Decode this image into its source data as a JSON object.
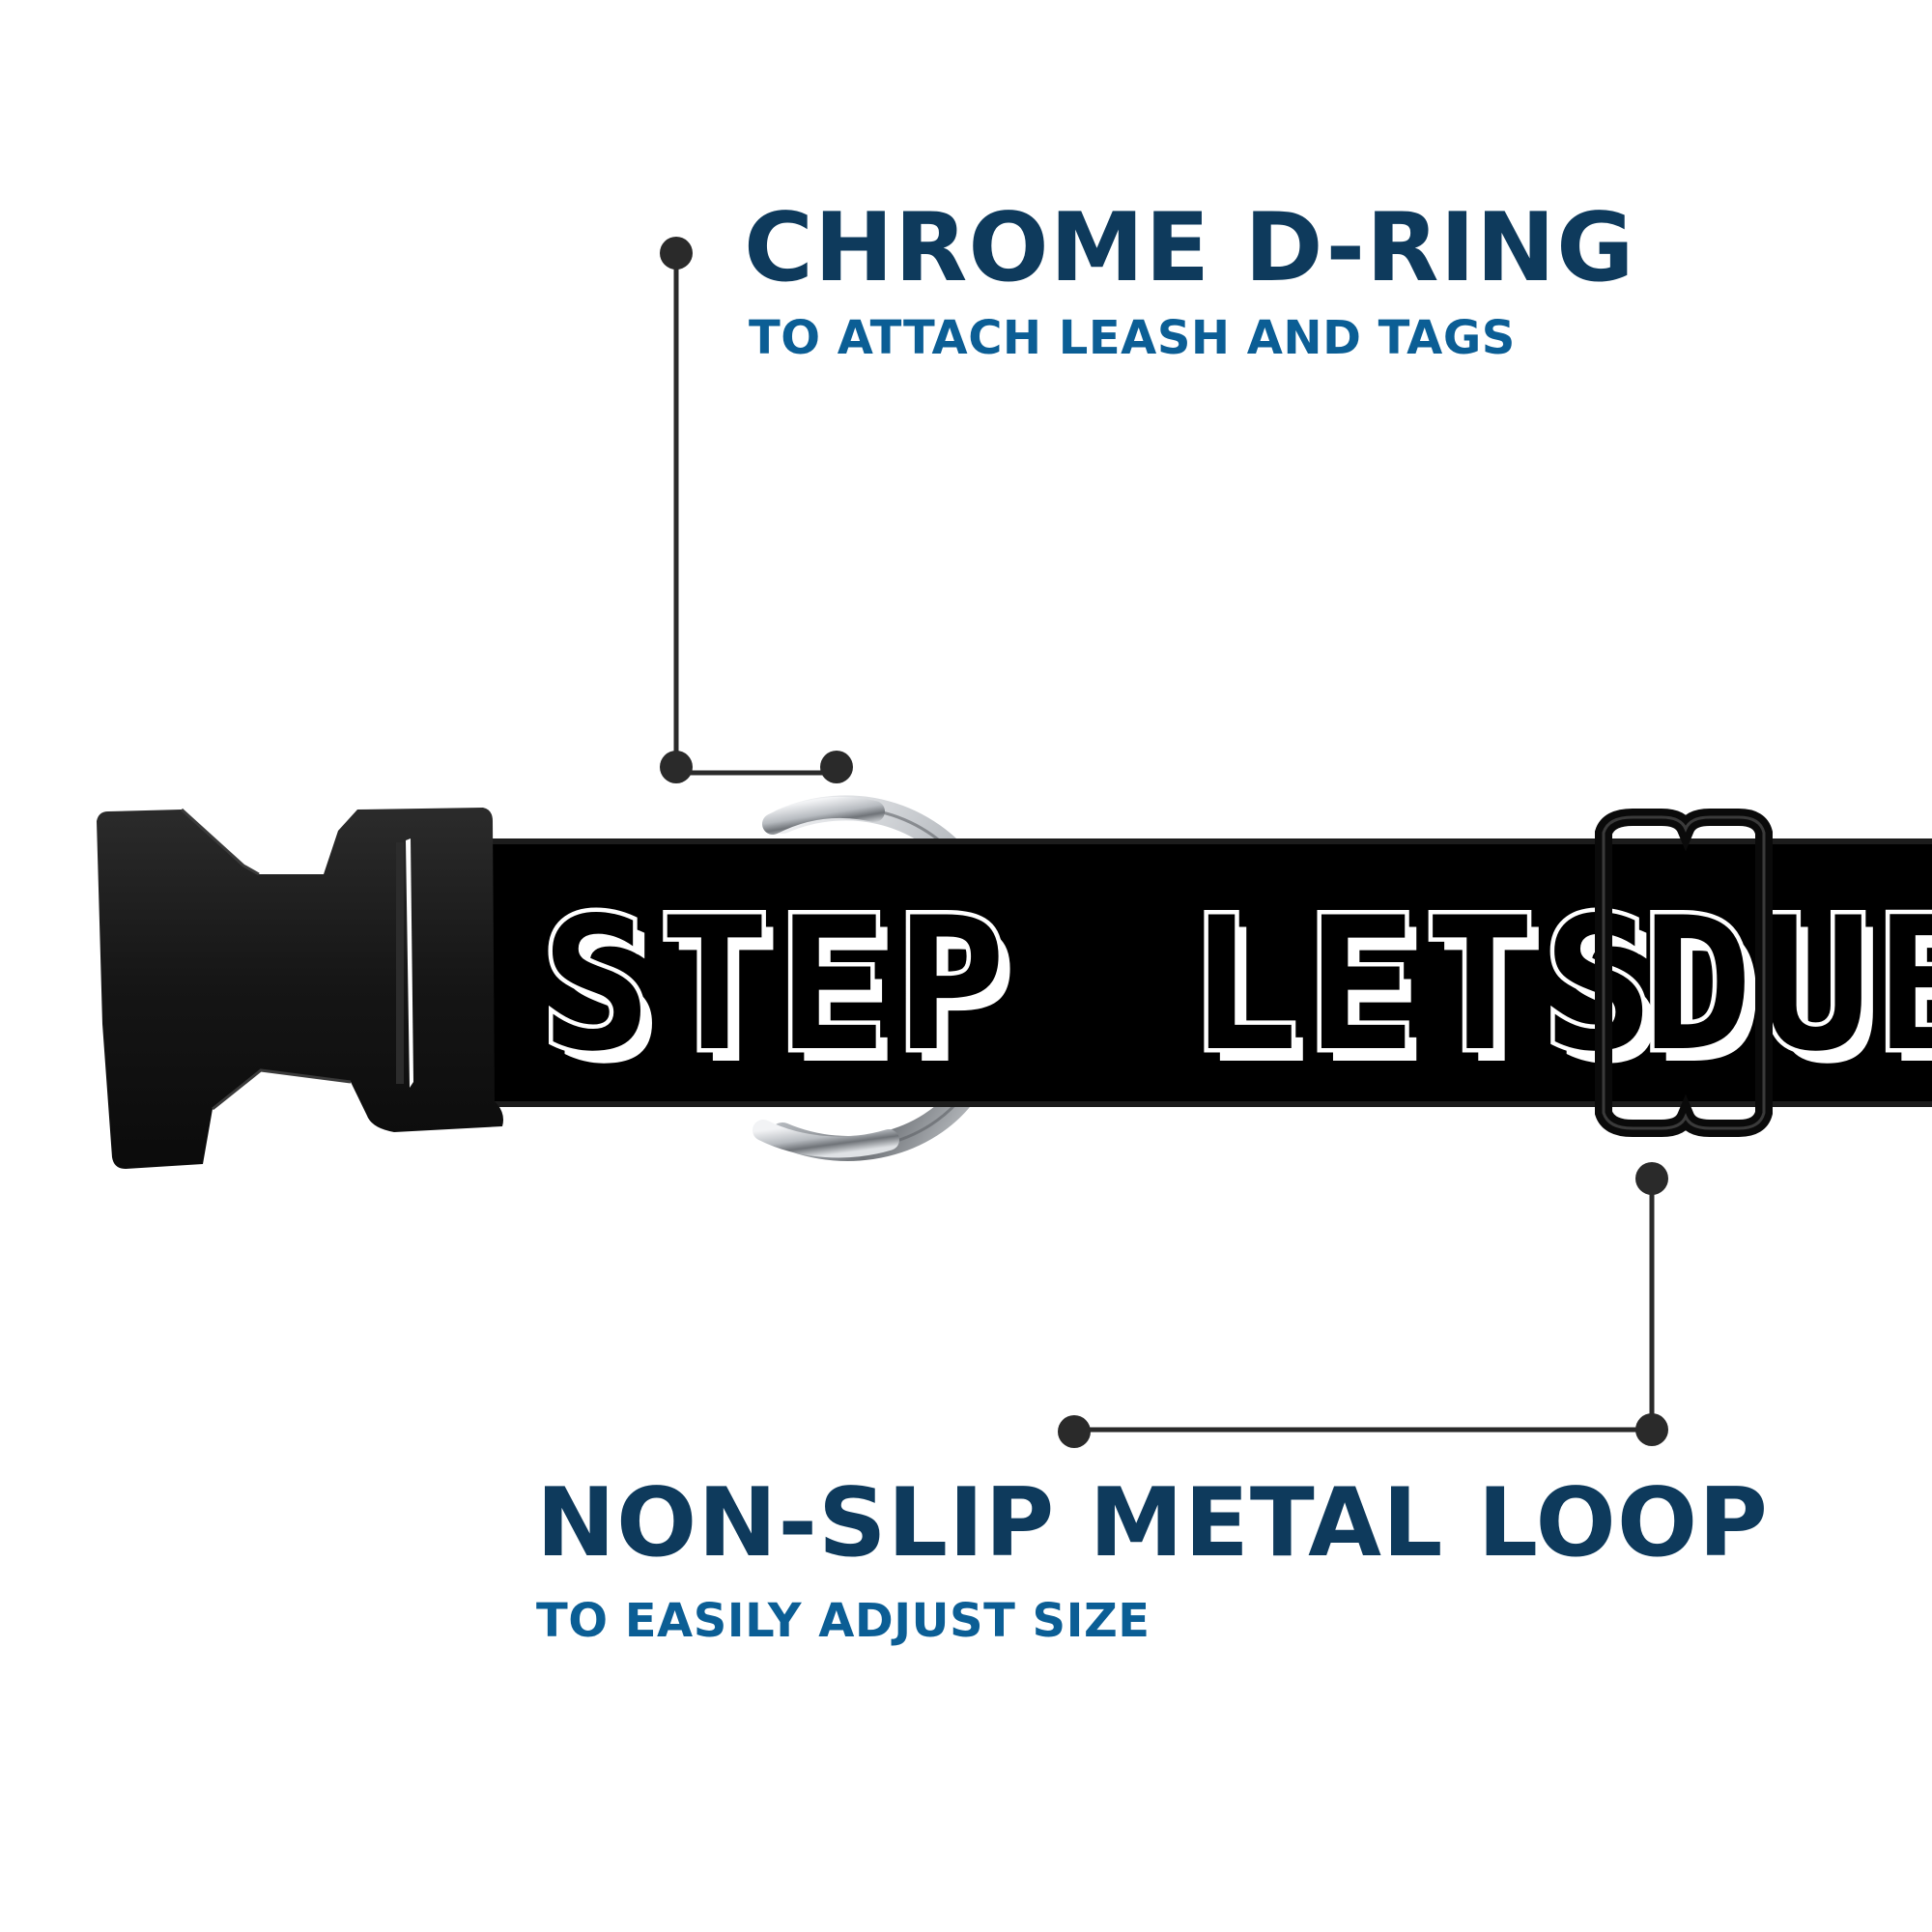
{
  "callouts": {
    "d_ring": {
      "title": "CHROME D-RING",
      "subtitle": "TO ATTACH LEASH AND TAGS"
    },
    "metal_loop": {
      "title": "NON-SLIP METAL LOOP",
      "subtitle": "TO EASILY ADJUST SIZE"
    }
  },
  "collar": {
    "print_words": [
      "STEP",
      "LETS",
      "DUB"
    ],
    "colors": {
      "strap": "#000000",
      "print": "#ffffff",
      "buckle": "#1a1a1a",
      "ring": "#c9ccd0"
    }
  },
  "colors": {
    "title": "#0e3a5c",
    "subtitle": "#0b5e95",
    "leader_line": "#2a2a2a"
  },
  "icons": {
    "buckle": "side-release-buckle-icon",
    "d_ring": "d-ring-icon",
    "slide_loop": "slide-loop-icon"
  }
}
